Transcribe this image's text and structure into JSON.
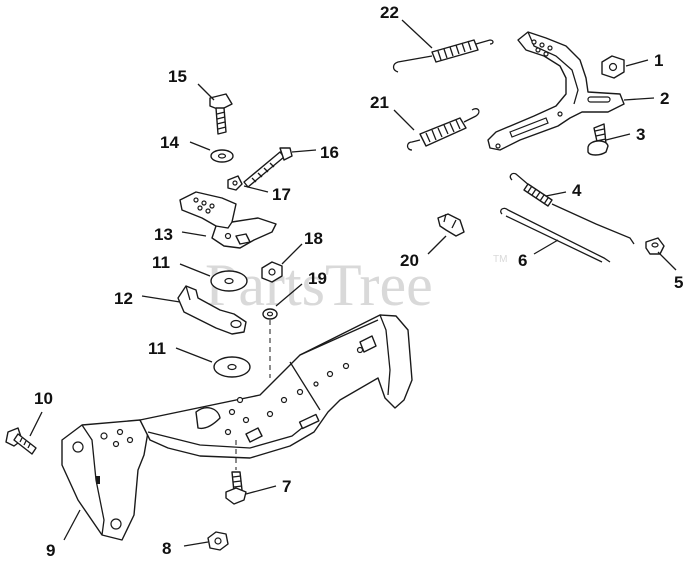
{
  "watermark": {
    "text": "PartsTree",
    "tm": "TM"
  },
  "callouts": [
    {
      "id": "c1",
      "label": "1"
    },
    {
      "id": "c2",
      "label": "2"
    },
    {
      "id": "c3",
      "label": "3"
    },
    {
      "id": "c4",
      "label": "4"
    },
    {
      "id": "c5",
      "label": "5"
    },
    {
      "id": "c6",
      "label": "6"
    },
    {
      "id": "c7",
      "label": "7"
    },
    {
      "id": "c8",
      "label": "8"
    },
    {
      "id": "c9",
      "label": "9"
    },
    {
      "id": "c10",
      "label": "10"
    },
    {
      "id": "c11a",
      "label": "11"
    },
    {
      "id": "c11b",
      "label": "11"
    },
    {
      "id": "c12",
      "label": "12"
    },
    {
      "id": "c13",
      "label": "13"
    },
    {
      "id": "c14",
      "label": "14"
    },
    {
      "id": "c15",
      "label": "15"
    },
    {
      "id": "c16",
      "label": "16"
    },
    {
      "id": "c17",
      "label": "17"
    },
    {
      "id": "c18",
      "label": "18"
    },
    {
      "id": "c19",
      "label": "19"
    },
    {
      "id": "c20",
      "label": "20"
    },
    {
      "id": "c21",
      "label": "21"
    },
    {
      "id": "c22",
      "label": "22"
    }
  ]
}
